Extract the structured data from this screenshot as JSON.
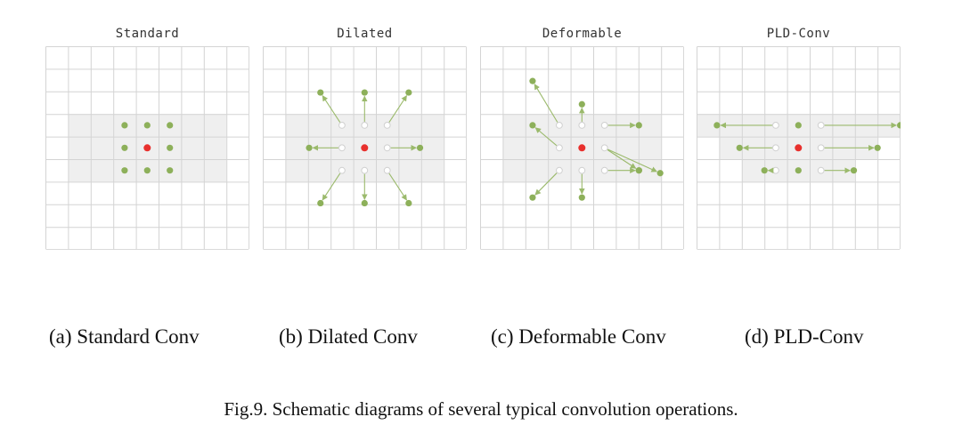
{
  "colors": {
    "grid_line": "#d4d4d4",
    "highlight": "#efefef",
    "green": "#8db05a",
    "arrow": "#9bba6c",
    "red": "#e8302d",
    "hollow_stroke": "#d0d0d0"
  },
  "panels": [
    {
      "id": "standard",
      "title": "Standard",
      "caption": "(a) Standard Conv"
    },
    {
      "id": "dilated",
      "title": "Dilated",
      "caption": "(b) Dilated Conv"
    },
    {
      "id": "deformable",
      "title": "Deformable",
      "caption": "(c) Deformable Conv"
    },
    {
      "id": "pldconv",
      "title": "PLD-Conv",
      "caption": "(d) PLD-Conv"
    }
  ],
  "figure_caption": "Fig.9. Schematic diagrams of several typical convolution operations."
}
